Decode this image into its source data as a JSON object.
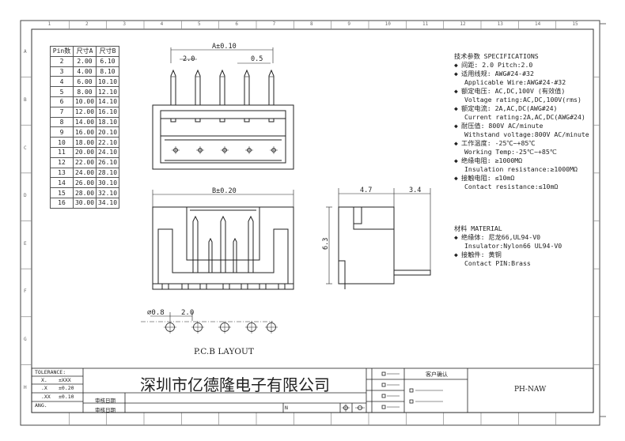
{
  "ruler_top": [
    "1",
    "2",
    "3",
    "4",
    "5",
    "6",
    "7",
    "8",
    "9",
    "10",
    "11",
    "12",
    "13",
    "14",
    "15"
  ],
  "ruler_side": [
    "A",
    "B",
    "C",
    "D",
    "E",
    "F",
    "G",
    "H"
  ],
  "pin_table": {
    "headers": [
      "Pin数",
      "尺寸A",
      "尺寸B"
    ],
    "rows": [
      [
        "2",
        "2.00",
        "6.10"
      ],
      [
        "3",
        "4.00",
        "8.10"
      ],
      [
        "4",
        "6.00",
        "10.10"
      ],
      [
        "5",
        "8.00",
        "12.10"
      ],
      [
        "6",
        "10.00",
        "14.10"
      ],
      [
        "7",
        "12.00",
        "16.10"
      ],
      [
        "8",
        "14.00",
        "18.10"
      ],
      [
        "9",
        "16.00",
        "20.10"
      ],
      [
        "10",
        "18.00",
        "22.10"
      ],
      [
        "11",
        "20.00",
        "24.10"
      ],
      [
        "12",
        "22.00",
        "26.10"
      ],
      [
        "13",
        "24.00",
        "28.10"
      ],
      [
        "14",
        "26.00",
        "30.10"
      ],
      [
        "15",
        "28.00",
        "32.10"
      ],
      [
        "16",
        "30.00",
        "34.10"
      ]
    ]
  },
  "dims": {
    "a": "A±0.10",
    "pitch_top": "2.0",
    "pin_width": "0.5",
    "b": "B±0.20",
    "depth": "4.7",
    "depth2": "3.4",
    "height": "6.3",
    "hole": "⌀0.8",
    "pitch_pcb": "2.0"
  },
  "pcb_label": "P.C.B LAYOUT",
  "specs": [
    {
      "text": "技术参数  SPECIFICATIONS",
      "dot": false
    },
    {
      "text": "间距: 2.0      Pitch:2.0",
      "dot": true
    },
    {
      "text": "适用线规: AWG#24-#32",
      "dot": true
    },
    {
      "text": "Applicable Wire:AWG#24-#32",
      "dot": false
    },
    {
      "text": "额定电压: AC,DC,100V (有效值)",
      "dot": true
    },
    {
      "text": "Voltage rating:AC,DC,100V(rms)",
      "dot": false
    },
    {
      "text": "额定电流: 2A,AC,DC(AWG#24)",
      "dot": true
    },
    {
      "text": "Current rating:2A,AC,DC(AWG#24)",
      "dot": false
    },
    {
      "text": "耐压值: 800V AC/minute",
      "dot": true
    },
    {
      "text": "Withstand voltage:800V AC/minute",
      "dot": false
    },
    {
      "text": "工作温度: -25℃~+85℃",
      "dot": true
    },
    {
      "text": "Working Temp:-25℃~+85℃",
      "dot": false
    },
    {
      "text": "绝缘电阻: ≥1000MΩ",
      "dot": true
    },
    {
      "text": "Insulation resistance:≥1000MΩ",
      "dot": false
    },
    {
      "text": "接触电阻: ≤10mΩ",
      "dot": true
    },
    {
      "text": "Contact resistance:≤10mΩ",
      "dot": false
    }
  ],
  "material": [
    {
      "text": "材料  MATERIAL",
      "dot": false
    },
    {
      "text": "绝缘体: 尼龙66,UL94-V0",
      "dot": true
    },
    {
      "text": "Insulator:Nylon66 UL94-V0",
      "dot": false
    },
    {
      "text": "接触件: 黄铜",
      "dot": true
    },
    {
      "text": "Contact PIN:Brass",
      "dot": false
    }
  ],
  "title_block": {
    "tolerance": "TOLERANCE:",
    "tol_rows": [
      [
        "X.",
        "±XXX"
      ],
      [
        ".X",
        "±0.20"
      ],
      [
        ".XX",
        "±0.10"
      ],
      [
        "ANG.",
        ""
      ]
    ],
    "company": "深圳市亿德隆电子有限公司",
    "cell_a": "审核日期",
    "cell_b": "审核日期",
    "n_label": "N",
    "customer": "客户确认",
    "part": "PH-NAW"
  }
}
